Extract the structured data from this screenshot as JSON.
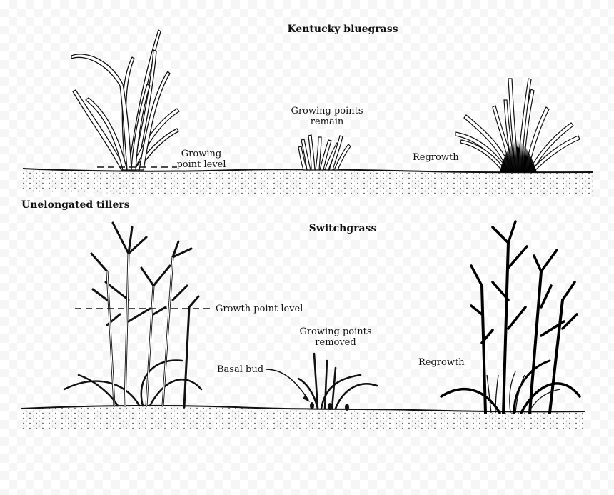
{
  "panel_top": {
    "title": "Kentucky bluegrass",
    "labels": {
      "growing_point_level": [
        "Growing",
        "point level"
      ],
      "growing_points_remain": [
        "Growing points",
        "remain"
      ],
      "regrowth": "Regrowth"
    }
  },
  "section_label": "Unelongated tillers",
  "panel_bottom": {
    "title": "Switchgrass",
    "labels": {
      "growth_point_level": "Growth point level",
      "growing_points_removed": [
        "Growing points",
        "removed"
      ],
      "basal_bud": "Basal bud",
      "regrowth": "Regrowth"
    }
  },
  "colors": {
    "ink": "#111111",
    "soil_dot": "#222222",
    "background_checker": "#efefef"
  }
}
